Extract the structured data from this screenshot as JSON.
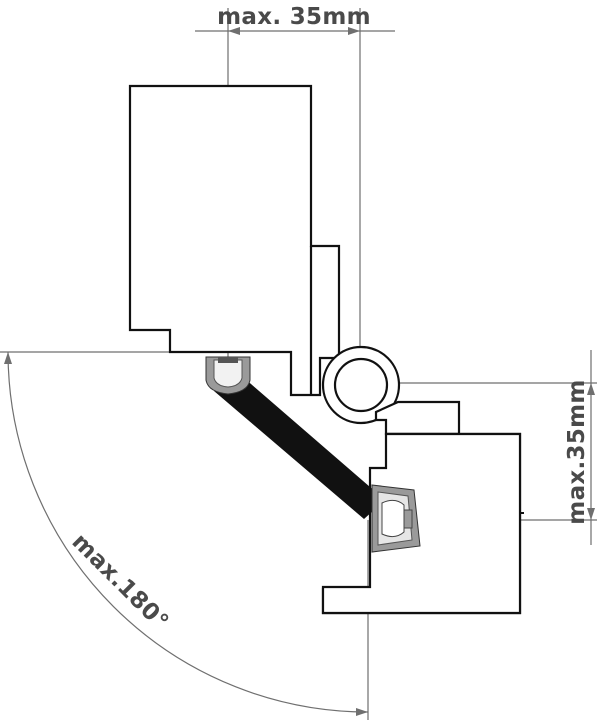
{
  "dimensions": {
    "top_width": "max. 35mm",
    "right_height": "max.35mm",
    "swing_angle": "max.180°"
  },
  "colors": {
    "outline": "#111111",
    "dimension": "#6f6f6f",
    "seal": "#111111",
    "gasket": "#8e8e8e"
  }
}
